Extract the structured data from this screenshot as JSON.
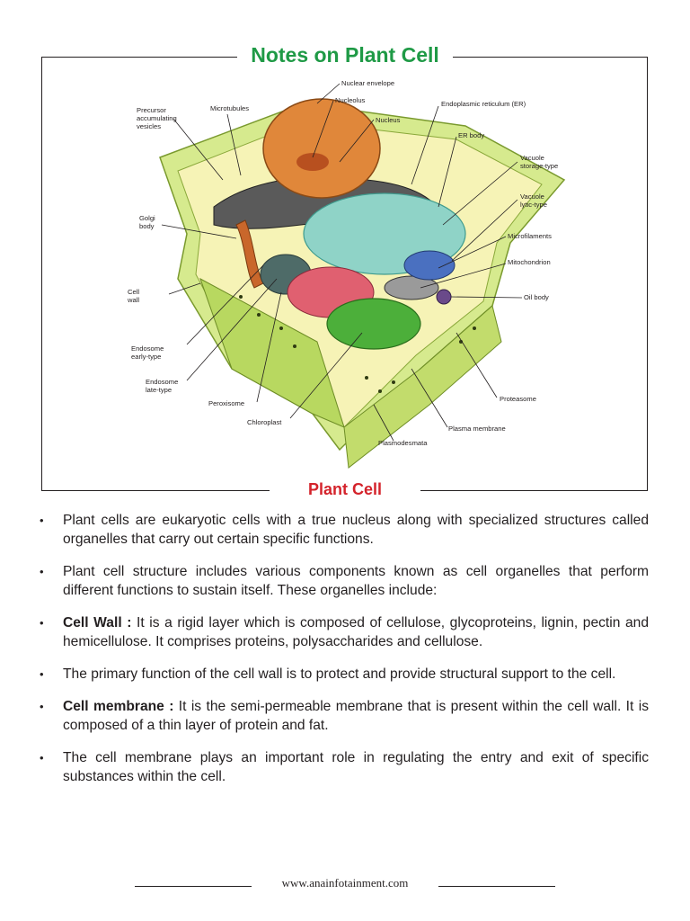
{
  "header": {
    "title": "Notes on Plant Cell"
  },
  "figure": {
    "caption": "Plant Cell",
    "labels": {
      "nuclear_envelope": "Nuclear envelope",
      "nucleolus": "Nucleolus",
      "nucleus": "Nucleus",
      "er": "Endoplasmic reticulum (ER)",
      "er_body": "ER body",
      "vacuole_storage_1": "Vacuole",
      "vacuole_storage_2": "storage-type",
      "vacuole_lytic_1": "Vacuole",
      "vacuole_lytic_2": "lytic-type",
      "microfilaments": "Microfilaments",
      "mitochondrion": "Mitochondrion",
      "oil_body": "Oil body",
      "proteasome": "Proteasome",
      "plasma_membrane": "Plasma membrane",
      "plasmodesmata": "Plasmodesmata",
      "chloroplast": "Chloroplast",
      "peroxisome": "Peroxisome",
      "endosome_late_1": "Endosome",
      "endosome_late_2": "late-type",
      "endosome_early_1": "Endosome",
      "endosome_early_2": "early-type",
      "cell_wall_1": "Cell",
      "cell_wall_2": "wall",
      "golgi_1": "Golgi",
      "golgi_2": "body",
      "precursor_1": "Precursor",
      "precursor_2": "accumulating",
      "precursor_3": "vesicles",
      "microtubules": "Microtubules"
    }
  },
  "bullets": [
    {
      "marker": "•",
      "bold": "",
      "text": "Plant cells are eukaryotic cells with a true nucleus along with specialized structures called organelles that carry out certain specific functions."
    },
    {
      "marker": "•",
      "bold": "",
      "text": "Plant cell structure includes various components known as cell organelles that perform different functions to sustain itself.  These organelles include:"
    },
    {
      "marker": "•",
      "bold": "Cell Wall :",
      "text": " It is a rigid layer which is composed of cellulose, glycoproteins, lignin, pectin and hemicellulose. It comprises proteins, polysaccharides and cellulose."
    },
    {
      "marker": "•",
      "bold": "",
      "text": "The primary function of the cell wall is to protect and provide structural support to the cell."
    },
    {
      "marker": "•",
      "bold": "Cell membrane :",
      "text": " It is the semi-permeable membrane that is present within the cell wall. It is composed of a thin layer of protein and fat."
    },
    {
      "marker": "•",
      "bold": "",
      "text": "The cell membrane plays an important role in regulating the entry and exit of specific substances within the cell."
    }
  ],
  "footer": {
    "url": "www.anainfotainment.com"
  },
  "colors": {
    "title": "#1f9a46",
    "caption": "#d4232b",
    "wall": "#c9e27a",
    "nucleus": "#e0873a",
    "vacuole": "#8fd3c7",
    "chloroplast": "#4caf3a"
  }
}
